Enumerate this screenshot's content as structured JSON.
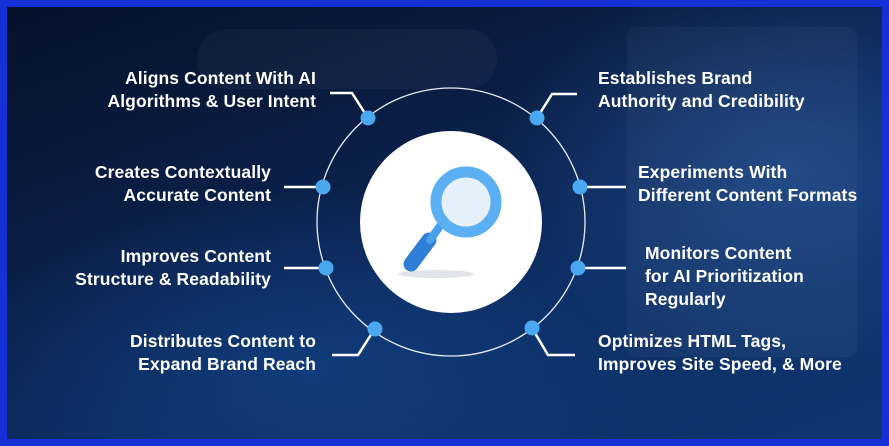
{
  "colors": {
    "border": "#1530d6",
    "background_dark": "#06112b",
    "background_light": "#0f3670",
    "node": "#4aa8f0",
    "ring": "#e8eef8",
    "center_disc": "#ffffff",
    "magnifier_ring": "#5ab0f2",
    "magnifier_handle": "#2f7fd8",
    "text": "#ffffff"
  },
  "center": {
    "icon": "magnifying-glass-icon"
  },
  "items_left": [
    {
      "id": "aligns-content",
      "lines": [
        "Aligns Content With AI",
        "Algorithms & User Intent"
      ]
    },
    {
      "id": "creates-content",
      "lines": [
        "Creates Contextually",
        "Accurate Content"
      ]
    },
    {
      "id": "improves-structure",
      "lines": [
        "Improves Content",
        "Structure & Readability"
      ]
    },
    {
      "id": "distributes-content",
      "lines": [
        "Distributes Content to",
        "Expand Brand Reach"
      ]
    }
  ],
  "items_right": [
    {
      "id": "establishes-authority",
      "lines": [
        "Establishes Brand",
        "Authority and Credibility"
      ]
    },
    {
      "id": "experiments-formats",
      "lines": [
        "Experiments With",
        "Different Content Formats"
      ]
    },
    {
      "id": "monitors-content",
      "lines": [
        "Monitors Content",
        "for AI Prioritization",
        "Regularly"
      ]
    },
    {
      "id": "optimizes-html",
      "lines": [
        "Optimizes HTML Tags,",
        "Improves Site Speed, & More"
      ]
    }
  ]
}
